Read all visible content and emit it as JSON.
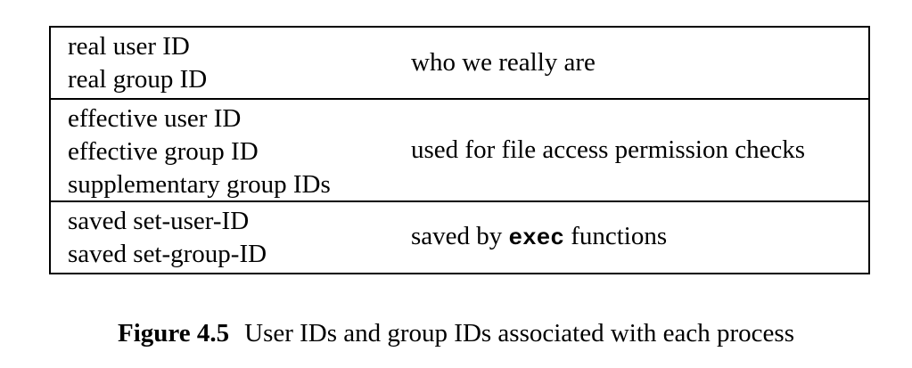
{
  "colors": {
    "text": "#000000",
    "background": "#ffffff",
    "border": "#000000"
  },
  "table": {
    "rows": [
      {
        "lines": [
          "real user ID",
          "real group ID"
        ],
        "description": "who we really are"
      },
      {
        "lines": [
          "effective user ID",
          "effective group ID",
          "supplementary group IDs"
        ],
        "description": "used for file access permission checks"
      },
      {
        "lines": [
          "saved set-user-ID",
          "saved set-group-ID"
        ],
        "description_parts": {
          "before": "saved by ",
          "code": "exec",
          "after": " functions"
        }
      }
    ]
  },
  "figure": {
    "caption_label": "Figure 4.5",
    "caption_text": "User IDs and group IDs associated with each process"
  }
}
